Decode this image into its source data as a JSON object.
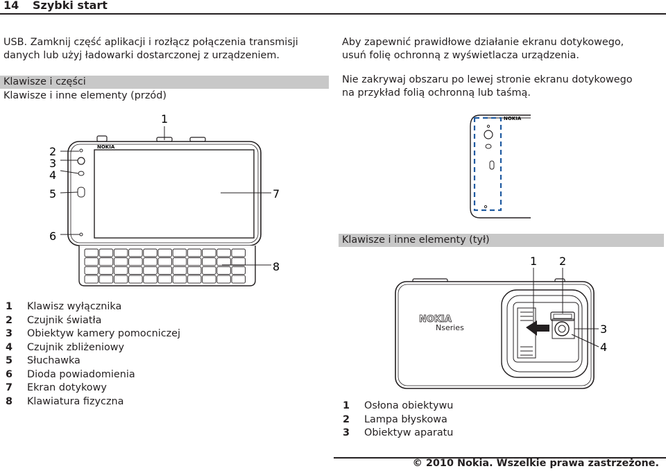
{
  "header": {
    "page_number": "14",
    "title": "Szybki start"
  },
  "left": {
    "intro": [
      "USB. Zamknij część aplikacji i rozłącz połączenia transmisji",
      "danych lub użyj ładowarki dostarczonej z urządzeniem."
    ],
    "section_title": "Klawisze i części",
    "subsection_title": "Klawisze i inne elementy (przód)",
    "front_callouts": [
      "1",
      "2",
      "3",
      "4",
      "5",
      "6",
      "7",
      "8"
    ],
    "front_brand": "NOKIA",
    "legend": [
      {
        "k": "1",
        "v": "Klawisz wyłącznika"
      },
      {
        "k": "2",
        "v": "Czujnik światła"
      },
      {
        "k": "3",
        "v": "Obiektyw kamery pomocniczej"
      },
      {
        "k": "4",
        "v": "Czujnik zbliżeniowy"
      },
      {
        "k": "5",
        "v": "Słuchawka"
      },
      {
        "k": "6",
        "v": "Dioda powiadomienia"
      },
      {
        "k": "7",
        "v": "Ekran dotykowy"
      },
      {
        "k": "8",
        "v": "Klawiatura fizyczna"
      }
    ]
  },
  "right": {
    "para1": [
      "Aby zapewnić prawidłowe działanie ekranu dotykowego,",
      "usuń folię ochronną z wyświetlacza urządzenia."
    ],
    "para2": [
      "Nie zakrywaj obszaru po lewej stronie ekranu dotykowego",
      "na przykład folią ochronną lub taśmą."
    ],
    "detail_brand": "NOKIA",
    "back_title": "Klawisze i inne elementy (tył)",
    "back_callouts": [
      "1",
      "2",
      "3",
      "4"
    ],
    "back_brand": "NOKIA",
    "back_subbrand": "Nseries",
    "legend": [
      {
        "k": "1",
        "v": "Osłona obiektywu"
      },
      {
        "k": "2",
        "v": "Lampa błyskowa"
      },
      {
        "k": "3",
        "v": "Obiektyw aparatu"
      }
    ]
  },
  "footer": {
    "copyright": "© 2010 Nokia. Wszelkie prawa zastrzeżone."
  }
}
